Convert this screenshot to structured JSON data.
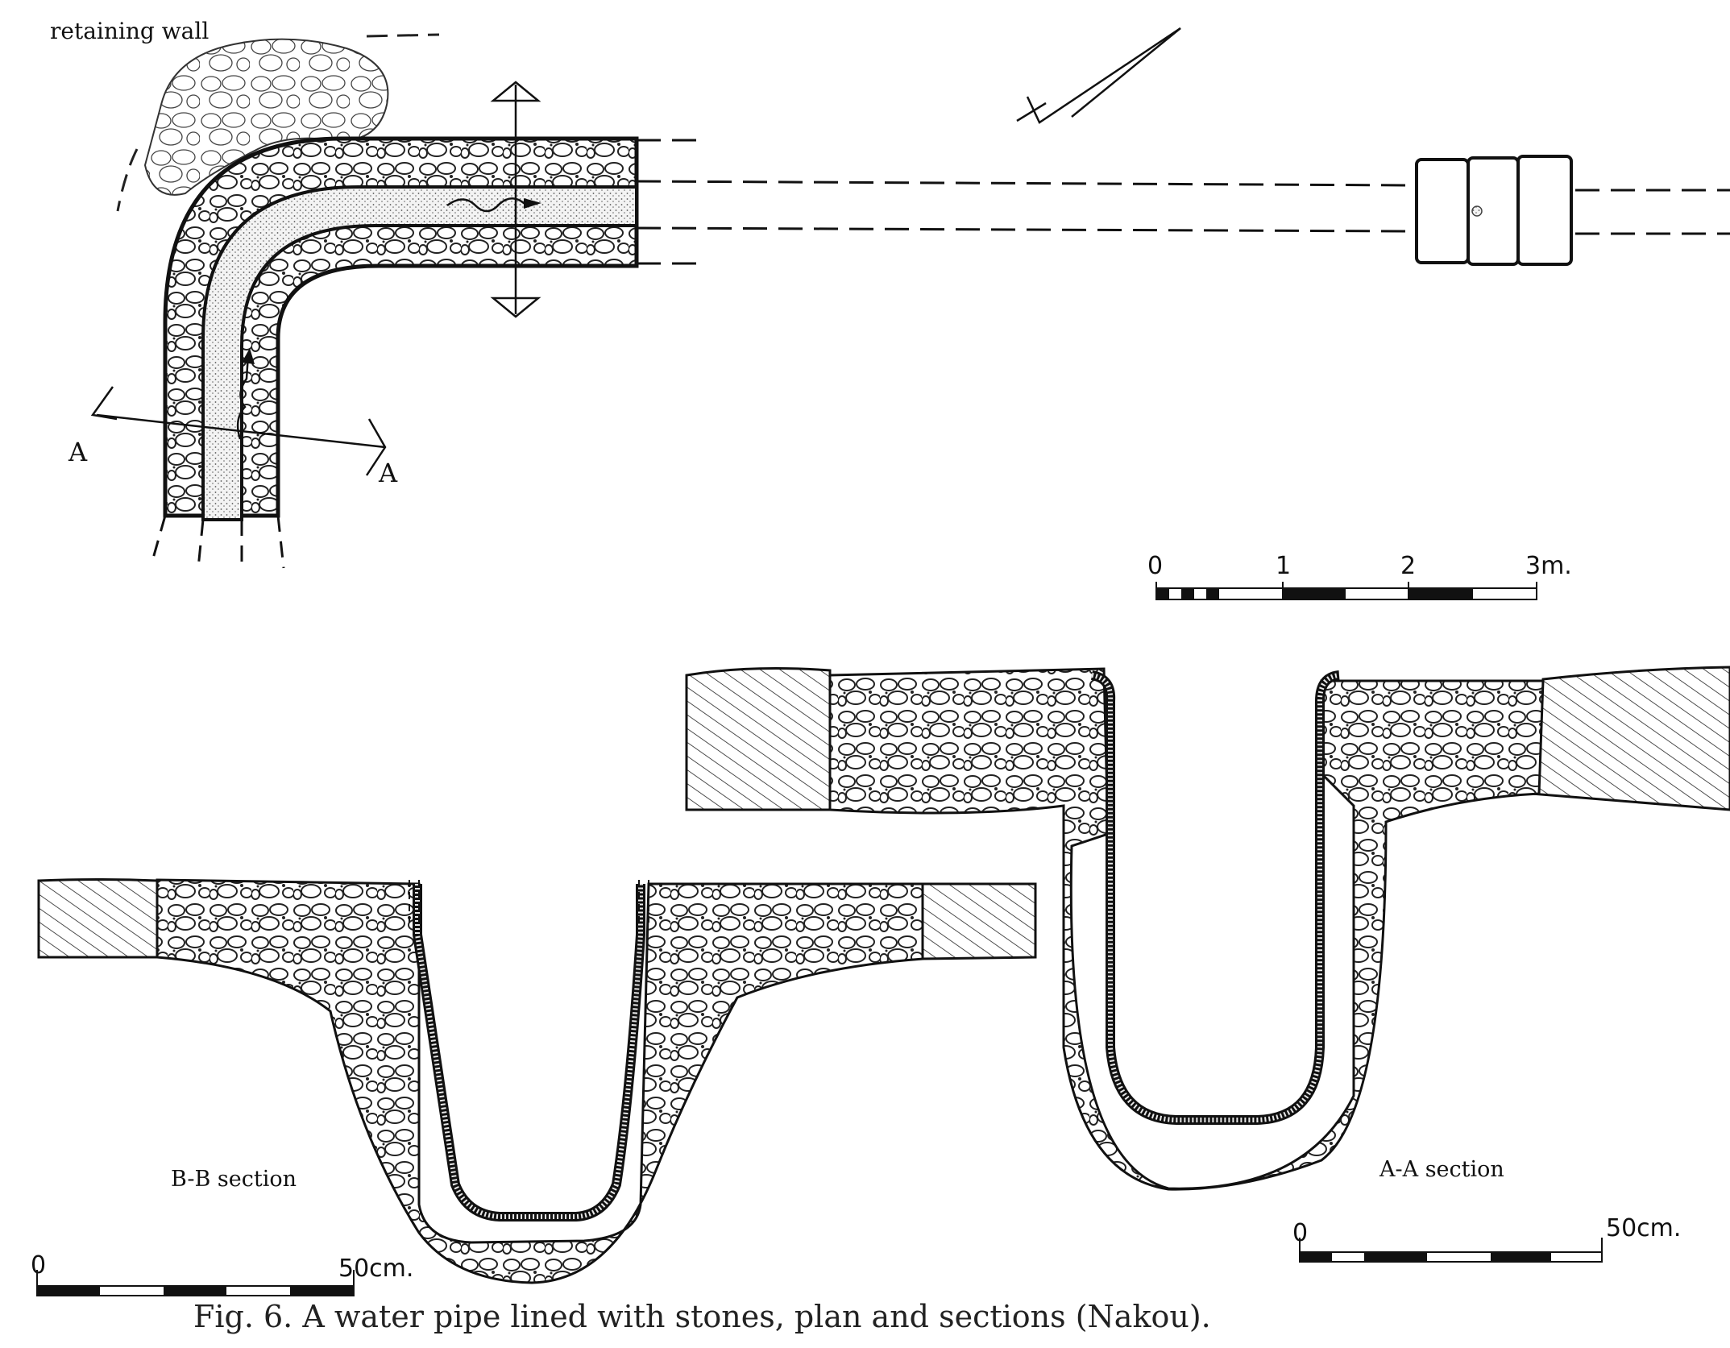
{
  "labels": {
    "retaining_wall": "retaining wall",
    "section_a_left": "A",
    "section_a_right": "A",
    "bb_section": "B-B section",
    "aa_section": "A-A section"
  },
  "scales": {
    "plan": {
      "ticks": [
        "0",
        "1",
        "2",
        "3m."
      ]
    },
    "bb": {
      "start": "0",
      "end": "50cm."
    },
    "aa": {
      "start": "0",
      "end": "50cm."
    }
  },
  "caption": "Fig. 6. A water pipe lined with stones, plan and sections (Nakou)."
}
